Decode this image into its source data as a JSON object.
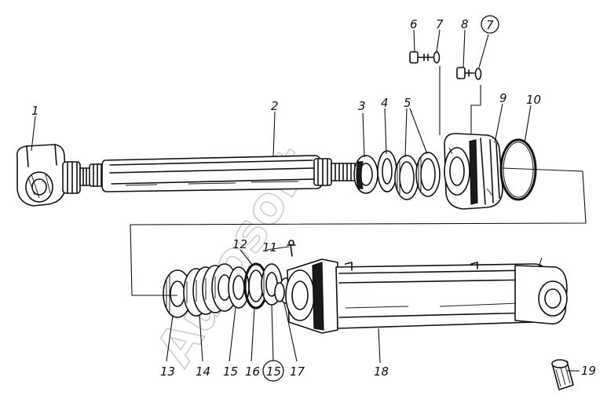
{
  "watermark": "Autosoft",
  "callouts": [
    {
      "id": "c1",
      "text": "1",
      "circled": false
    },
    {
      "id": "c2",
      "text": "2",
      "circled": false
    },
    {
      "id": "c3",
      "text": "3",
      "circled": false
    },
    {
      "id": "c4",
      "text": "4",
      "circled": false
    },
    {
      "id": "c5",
      "text": "5",
      "circled": false
    },
    {
      "id": "c6",
      "text": "6",
      "circled": false
    },
    {
      "id": "c7a",
      "text": "7",
      "circled": false
    },
    {
      "id": "c8",
      "text": "8",
      "circled": false
    },
    {
      "id": "c7b",
      "text": "7",
      "circled": true
    },
    {
      "id": "c9",
      "text": "9",
      "circled": false
    },
    {
      "id": "c10",
      "text": "10",
      "circled": false
    },
    {
      "id": "c11",
      "text": "11",
      "circled": false
    },
    {
      "id": "c12",
      "text": "12",
      "circled": false
    },
    {
      "id": "c13",
      "text": "13",
      "circled": false
    },
    {
      "id": "c14",
      "text": "14",
      "circled": false
    },
    {
      "id": "c15a",
      "text": "15",
      "circled": false
    },
    {
      "id": "c16",
      "text": "16",
      "circled": false
    },
    {
      "id": "c15b",
      "text": "15",
      "circled": true
    },
    {
      "id": "c17",
      "text": "17",
      "circled": false
    },
    {
      "id": "c18",
      "text": "18",
      "circled": false
    },
    {
      "id": "c19",
      "text": "19",
      "circled": false
    }
  ]
}
